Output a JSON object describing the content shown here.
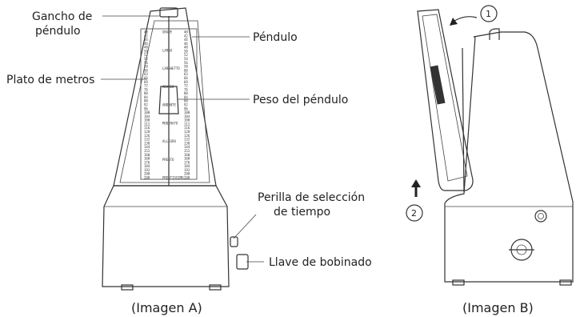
{
  "labels_a": {
    "gancho_line1": "Gancho de",
    "gancho_line2": "péndulo",
    "pendulo": "Péndulo",
    "plato": "Plato de metros",
    "peso": "Peso del péndulo",
    "perilla_line1": "Perilla de selección",
    "perilla_line2": "de tiempo",
    "llave": "Llave de bobinado"
  },
  "captions": {
    "a": "(Imagen A)",
    "b": "(Imagen B)"
  },
  "steps": {
    "one": "1",
    "two": "2"
  },
  "scale_left": [
    "40",
    "42",
    "44",
    "46",
    "48",
    "50",
    "52",
    "54",
    "56",
    "58",
    "60",
    "63",
    "66",
    "69",
    "72",
    "76",
    "80",
    "84",
    "88",
    "92",
    "96",
    "100",
    "104",
    "108",
    "112",
    "116",
    "120",
    "126",
    "132",
    "138",
    "144",
    "152",
    "160",
    "168",
    "176",
    "184",
    "192",
    "200",
    "208"
  ],
  "scale_tempo": [
    "GRAVE",
    "LARGO",
    "LARGHETTO",
    "ADAGIO",
    "ANDANTE",
    "MODERATO",
    "ALLEGRO",
    "PRESTO",
    "PRESTISSIMO"
  ]
}
